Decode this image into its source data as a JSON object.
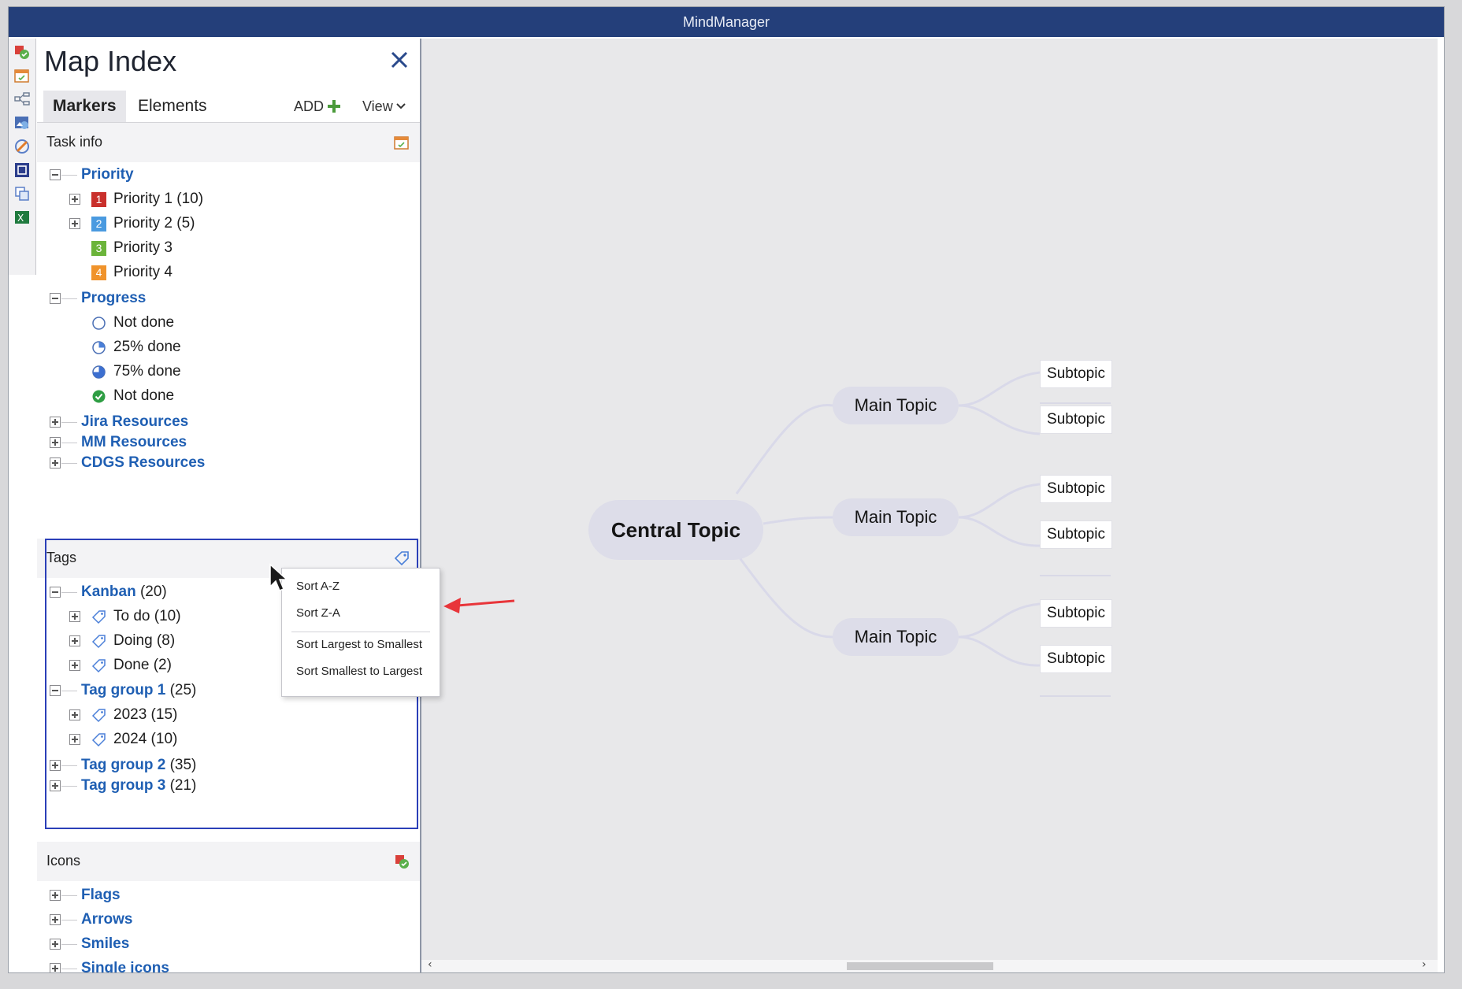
{
  "window": {
    "title": "MindManager"
  },
  "sidebar_icons": [
    "markers-icon",
    "calendar-icon",
    "map-parts-icon",
    "image-icon",
    "format-painter-icon",
    "focus-icon",
    "copy-icon",
    "excel-icon"
  ],
  "panel": {
    "title": "Map Index",
    "tabs": [
      {
        "label": "Markers",
        "active": true
      },
      {
        "label": "Elements",
        "active": false
      }
    ],
    "add_label": "ADD",
    "view_label": "View",
    "task_info": {
      "label": "Task info",
      "groups": [
        {
          "label": "Priority",
          "expanded": true,
          "items": [
            {
              "label": "Priority 1 (10)",
              "num": "1",
              "color": "#c9302c",
              "expandable": true
            },
            {
              "label": "Priority 2 (5)",
              "num": "2",
              "color": "#4a9ae0",
              "expandable": true
            },
            {
              "label": "Priority 3",
              "num": "3",
              "color": "#6bb43a",
              "expandable": false
            },
            {
              "label": "Priority 4",
              "num": "4",
              "color": "#f0932b",
              "expandable": false
            }
          ]
        },
        {
          "label": "Progress",
          "expanded": true,
          "items": [
            {
              "label": "Not done",
              "progress": "0"
            },
            {
              "label": "25% done",
              "progress": "25"
            },
            {
              "label": "75% done",
              "progress": "75"
            },
            {
              "label": "Not done",
              "progress": "100"
            }
          ]
        }
      ],
      "collapsed_groups": [
        "Jira Resources",
        "MM Resources",
        "CDGS Resources"
      ]
    },
    "tags": {
      "label": "Tags",
      "groups": [
        {
          "label": "Kanban",
          "count": "(20)",
          "expanded": true,
          "items": [
            "To do (10)",
            "Doing (8)",
            "Done (2)"
          ]
        },
        {
          "label": "Tag group 1",
          "count": "(25)",
          "expanded": true,
          "items": [
            "2023 (15)",
            "2024 (10)"
          ]
        },
        {
          "label": "Tag group 2",
          "count": "(35)",
          "expanded": false,
          "items": []
        },
        {
          "label": "Tag group 3",
          "count": "(21)",
          "expanded": false,
          "items": []
        }
      ]
    },
    "icons": {
      "label": "Icons",
      "groups": [
        "Flags",
        "Arrows",
        "Smiles",
        "Single icons"
      ]
    }
  },
  "context_menu": {
    "items": [
      "Sort A-Z",
      "Sort Z-A",
      "Sort Largest to Smallest",
      "Sort Smallest to Largest"
    ]
  },
  "map": {
    "central": "Central Topic",
    "main_topics": [
      {
        "label": "Main Topic",
        "subtopics": [
          "Subtopic",
          "Subtopic"
        ]
      },
      {
        "label": "Main Topic",
        "subtopics": [
          "Subtopic",
          "Subtopic"
        ]
      },
      {
        "label": "Main Topic",
        "subtopics": [
          "Subtopic",
          "Subtopic"
        ]
      }
    ]
  },
  "colors": {
    "titlebar": "#243f7a",
    "group_link": "#1f5fb3",
    "selection": "#2b3fb8",
    "topic_fill": "#dddde9",
    "annotation_arrow": "#e8353a"
  }
}
